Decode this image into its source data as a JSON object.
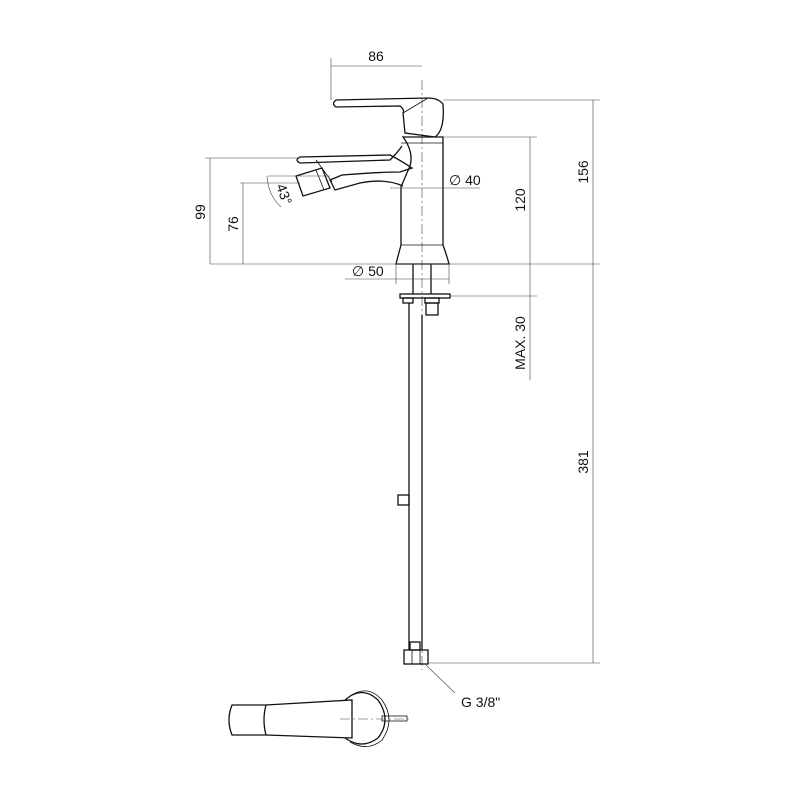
{
  "dimensions": {
    "lever_reach": "86",
    "total_height": "156",
    "body_height": "120",
    "spout_diameter": "∅ 40",
    "base_diameter": "∅ 50",
    "jet_height_max": "99",
    "jet_height": "76",
    "jet_angle": "43°",
    "max_deck": "MAX. 30",
    "hose_length": "381",
    "connection": "G 3/8\""
  },
  "colors": {
    "line": "#111111",
    "background": "#ffffff"
  }
}
